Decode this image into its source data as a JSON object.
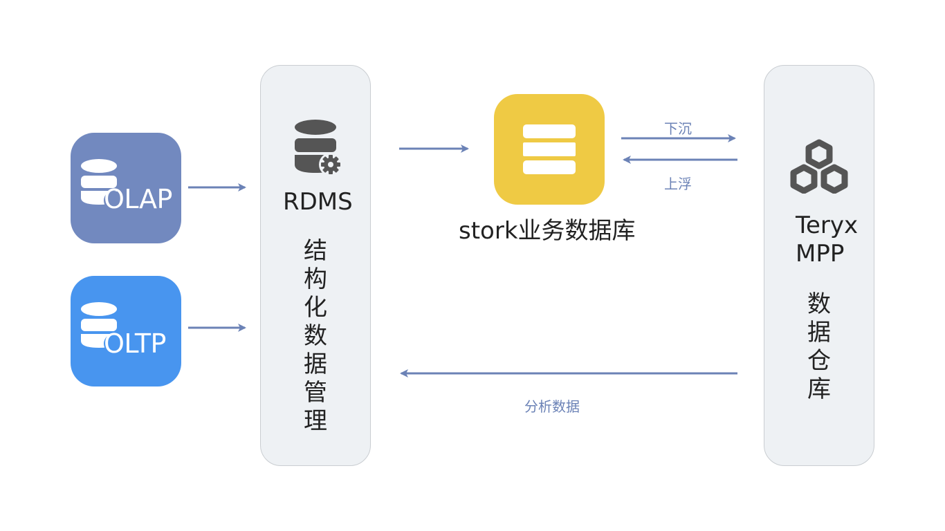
{
  "nodes": {
    "olap": {
      "label": "OLAP",
      "color": "#7289bf",
      "icon": "database-icon"
    },
    "oltp": {
      "label": "OLTP",
      "color": "#4895ef",
      "icon": "database-icon"
    },
    "rdms": {
      "title": "RDMS",
      "subtitle": "结构化数据管理",
      "icon": "database-gear-icon"
    },
    "stork": {
      "label": "stork业务数据库",
      "color": "#efca44",
      "icon": "stack-icon"
    },
    "teryx": {
      "title_line1": "Teryx",
      "title_line2": "MPP",
      "subtitle": "数据仓库",
      "icon": "hexagon-cluster-icon"
    }
  },
  "edges": {
    "sink": "下沉",
    "float": "上浮",
    "analysis": "分析数据"
  },
  "colors": {
    "arrow": "#6b82b6",
    "panel_bg": "#eef1f4",
    "panel_border": "#c9cdd1",
    "icon_gray": "#555555"
  }
}
